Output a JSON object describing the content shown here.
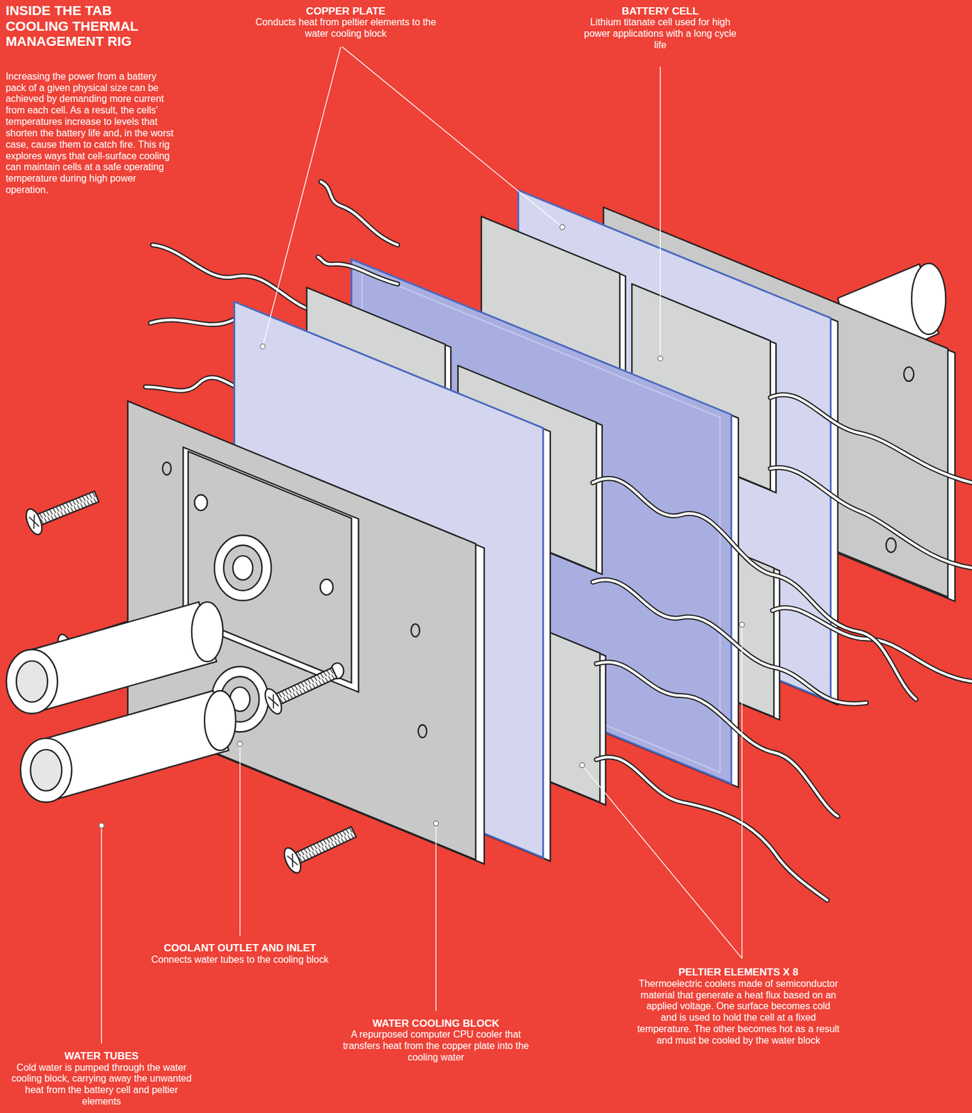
{
  "diagram": {
    "title": "INSIDE THE TAB COOLING THERMAL MANAGEMENT RIG",
    "labels": [
      "Increasing the power from a battery pack of a given physical size can be achieved by demanding more current from each cell. As a result, the cells' temperatures increase to levels that shorten the battery life and, in the worst case, cause them to catch fire. This rig explores ways that cell-surface cooling can maintain cells at a safe operating temperature during high power operation.",
      "COPPER PLATE",
      "Conducts heat from peltier elements to the water cooling block",
      "BATTERY CELL",
      "Lithium titanate cell used for high power applications with a long cycle life",
      "COOLANT OUTLET AND INLET",
      "Connects water tubes to the cooling block",
      "WATER COOLING BLOCK",
      "A repurposed computer CPU cooler that transfers heat from the copper plate into the cooling water",
      "PELTIER ELEMENTS X 8",
      "Thermoelectric coolers made of semiconductor material that generate a heat flux based on an applied voltage. One surface becomes cold and is used to hold the cell at a fixed temperature. The other becomes hot as a result and must be cooled by the water block",
      "WATER TUBES",
      "Cold water is pumped through the water cooling block, carrying away the unwanted heat from the battery cell and peltier elements"
    ]
  }
}
